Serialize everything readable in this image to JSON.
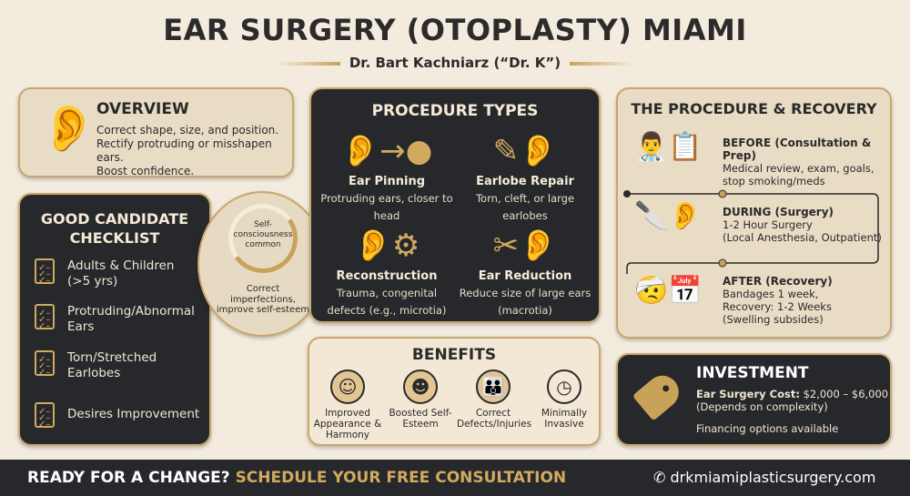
{
  "header": {
    "title": "EAR SURGERY (OTOPLASTY) MIAMI",
    "subtitle": "Dr. Bart Kachniarz (“Dr. K”)"
  },
  "overview": {
    "title": "OVERVIEW",
    "lines": [
      "Correct shape, size, and position.",
      "Rectify protruding or misshapen ears.",
      "Boost confidence."
    ]
  },
  "checklist": {
    "title_1": "GOOD CANDIDATE",
    "title_2": "CHECKLIST",
    "items": [
      {
        "line1": "Adults & Children",
        "line2": "(>5 yrs)"
      },
      {
        "line1": "Protruding/Abnormal",
        "line2": "Ears"
      },
      {
        "line1": "Torn/Stretched",
        "line2": "Earlobes"
      },
      {
        "line1": "Desires Improvement",
        "line2": ""
      }
    ]
  },
  "circle": {
    "inner": "Self-consciousness common",
    "outer": "Correct imperfections, improve self-esteem"
  },
  "procedure_types": {
    "title": "PROCEDURE TYPES",
    "items": [
      {
        "name": "Ear Pinning",
        "desc": "Protruding ears, closer to head"
      },
      {
        "name": "Earlobe Repair",
        "desc": "Torn, cleft, or large earlobes"
      },
      {
        "name": "Reconstruction",
        "desc": "Trauma, congenital defects (e.g., microtia)"
      },
      {
        "name": "Ear Reduction",
        "desc": "Reduce size of large ears (macrotia)"
      }
    ]
  },
  "benefits": {
    "title": "BENEFITS",
    "items": [
      {
        "label": "Improved Appearance & Harmony",
        "icon": "face-icon"
      },
      {
        "label": "Boosted Self-Esteem",
        "icon": "person-icon"
      },
      {
        "label": "Correct Defects/Injuries",
        "icon": "parent-child-icon"
      },
      {
        "label": "Minimally Invasive",
        "icon": "clock-icon"
      }
    ]
  },
  "recovery": {
    "title": "THE PROCEDURE & RECOVERY",
    "steps": [
      {
        "heading": "BEFORE (Consultation & Prep)",
        "lines": [
          "Medical review, exam, goals,",
          "stop smoking/meds"
        ]
      },
      {
        "heading": "DURING (Surgery)",
        "lines": [
          "1-2 Hour Surgery",
          "(Local Anesthesia, Outpatient)"
        ]
      },
      {
        "heading": "AFTER (Recovery)",
        "lines": [
          "Bandages 1 week,",
          "Recovery: 1-2 Weeks",
          "(Swelling subsides)"
        ]
      }
    ]
  },
  "investment": {
    "title": "INVESTMENT",
    "cost_label": "Ear Surgery Cost:",
    "cost_value": "$2,000 – $6,000",
    "note": "(Depends on complexity)",
    "financing": "Financing options available"
  },
  "footer": {
    "cta_white": "READY FOR A CHANGE?",
    "cta_gold": "SCHEDULE YOUR FREE CONSULTATION",
    "website": "drkmiamiplasticsurgery.com"
  },
  "colors": {
    "gold": "#d2aa5f",
    "dark": "#27282b",
    "cream": "#e9dcc5",
    "background": "#f3ebde"
  }
}
